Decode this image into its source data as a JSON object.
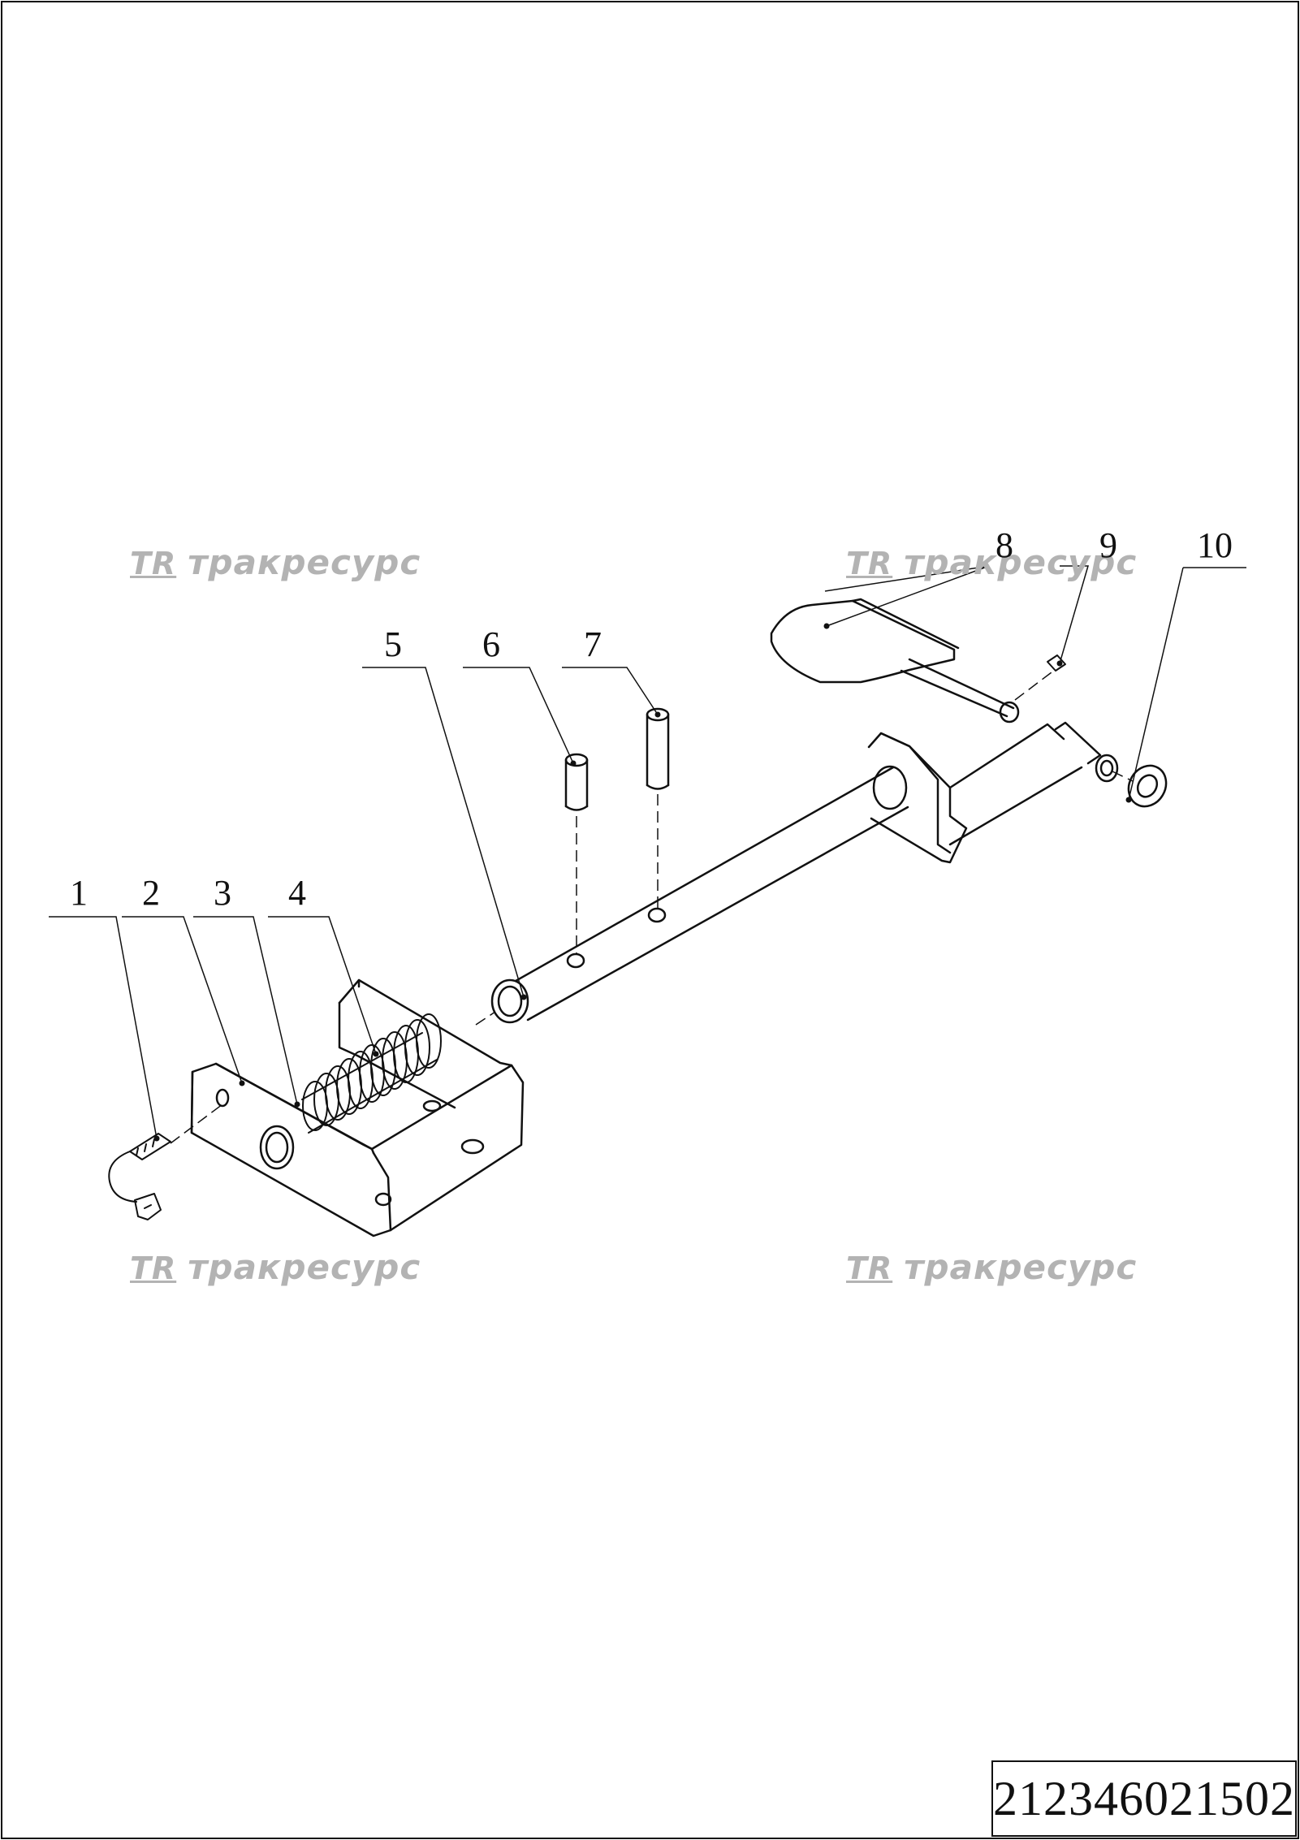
{
  "watermarks": [
    {
      "logo": "ТR",
      "text": "тракресурс"
    },
    {
      "logo": "ТR",
      "text": "тракресурс"
    },
    {
      "logo": "ТR",
      "text": "тракресурс"
    },
    {
      "logo": "ТR",
      "text": "тракресурс"
    }
  ],
  "callouts": [
    "1",
    "2",
    "3",
    "4",
    "5",
    "6",
    "7",
    "8",
    "9",
    "10"
  ],
  "document_number": "212346021502"
}
